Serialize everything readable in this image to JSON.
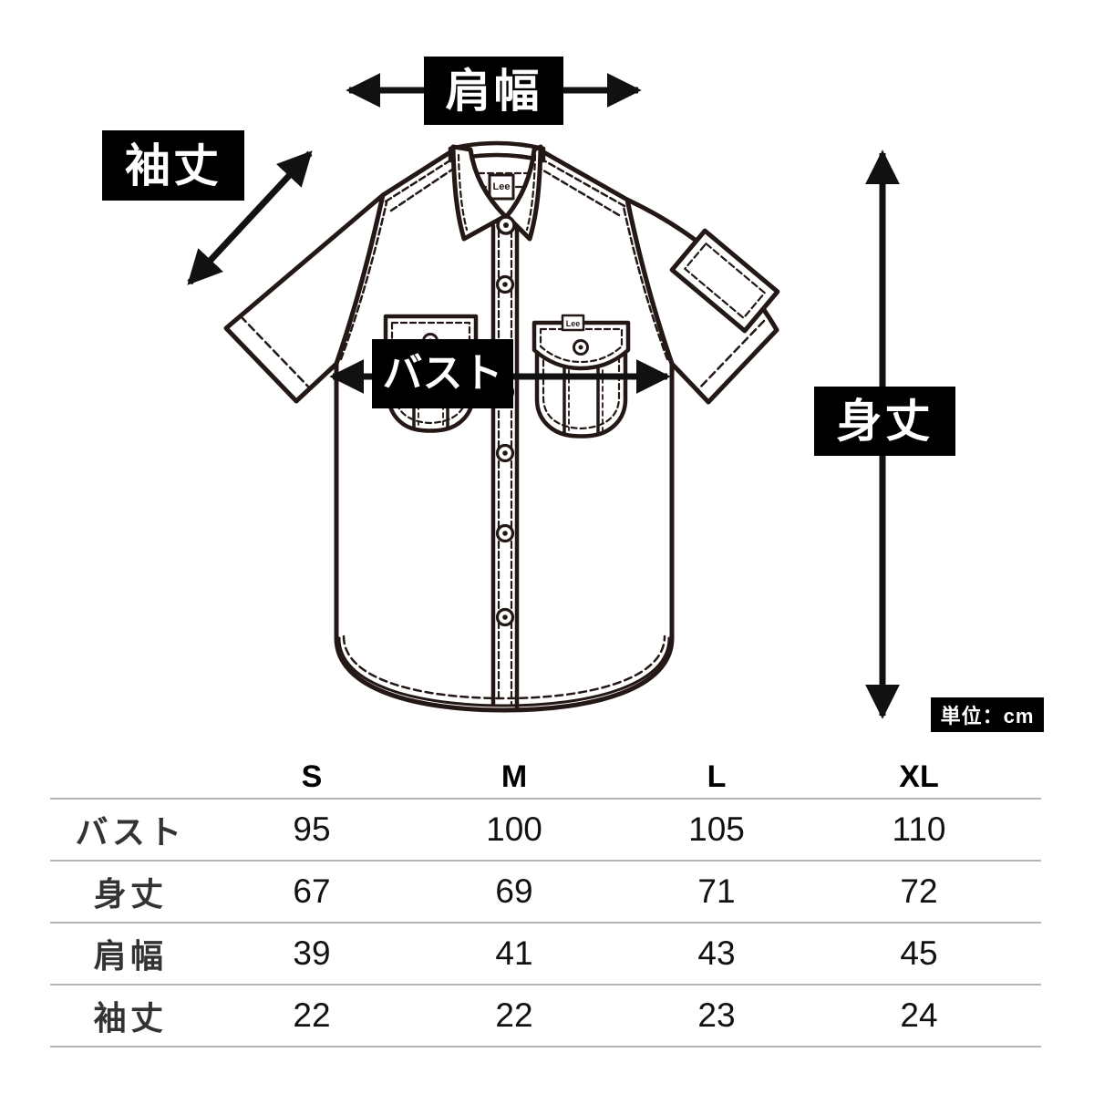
{
  "brand": "Lee",
  "diagram": {
    "labels": {
      "shoulder_width": "肩幅",
      "sleeve_length": "袖丈",
      "bust": "バスト",
      "body_length": "身丈"
    },
    "unit_note": "単位：cm",
    "line_color": "#231815",
    "label_bg_color": "#000000"
  },
  "size_table": {
    "columns": [
      "S",
      "M",
      "L",
      "XL"
    ],
    "rows": [
      {
        "label": "バスト",
        "values": [
          "95",
          "100",
          "105",
          "110"
        ]
      },
      {
        "label": "身丈",
        "values": [
          "67",
          "69",
          "71",
          "72"
        ]
      },
      {
        "label": "肩幅",
        "values": [
          "39",
          "41",
          "43",
          "45"
        ]
      },
      {
        "label": "袖丈",
        "values": [
          "22",
          "22",
          "23",
          "24"
        ]
      }
    ]
  }
}
